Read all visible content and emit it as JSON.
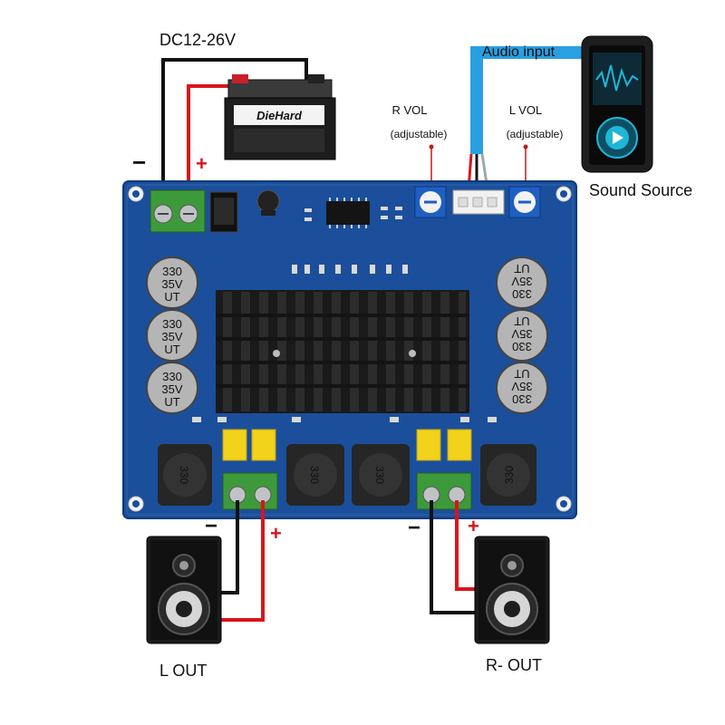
{
  "labels": {
    "supply_voltage": "DC12-26V",
    "battery_minus": "−",
    "battery_plus": "+",
    "battery_brand": "DieHard",
    "audio_input": "Audio input",
    "r_vol": "R VOL",
    "r_vol_note": "(adjustable)",
    "l_vol": "L VOL",
    "l_vol_note": "(adjustable)",
    "sound_source": "Sound Source",
    "l_out": "L OUT",
    "r_out": "R- OUT",
    "left_minus": "−",
    "left_plus": "+",
    "right_minus": "−",
    "right_plus": "+"
  },
  "capacitor_text": [
    "330",
    "35V",
    "UT"
  ],
  "inductor_text": "330",
  "colors": {
    "board": "#1b4f9b",
    "wire_red": "#d8161b",
    "wire_black": "#111111",
    "audio_cable": "#2a9fe0",
    "terminal_green": "#3d9a3a",
    "film_cap_yellow": "#f2d21b",
    "heatsink": "#1a1a1a"
  }
}
